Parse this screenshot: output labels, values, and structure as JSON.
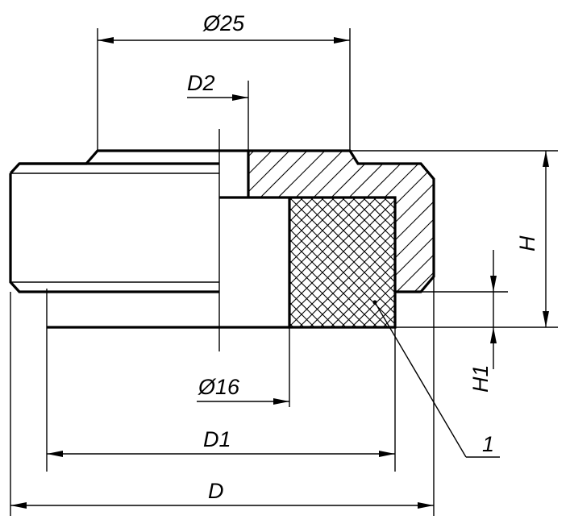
{
  "dimensions": {
    "dia_25": "Ø25",
    "d2": "D2",
    "dia_16": "Ø16",
    "d1": "D1",
    "d": "D",
    "h": "H",
    "h1": "H1"
  },
  "callouts": {
    "item_1": "1"
  }
}
